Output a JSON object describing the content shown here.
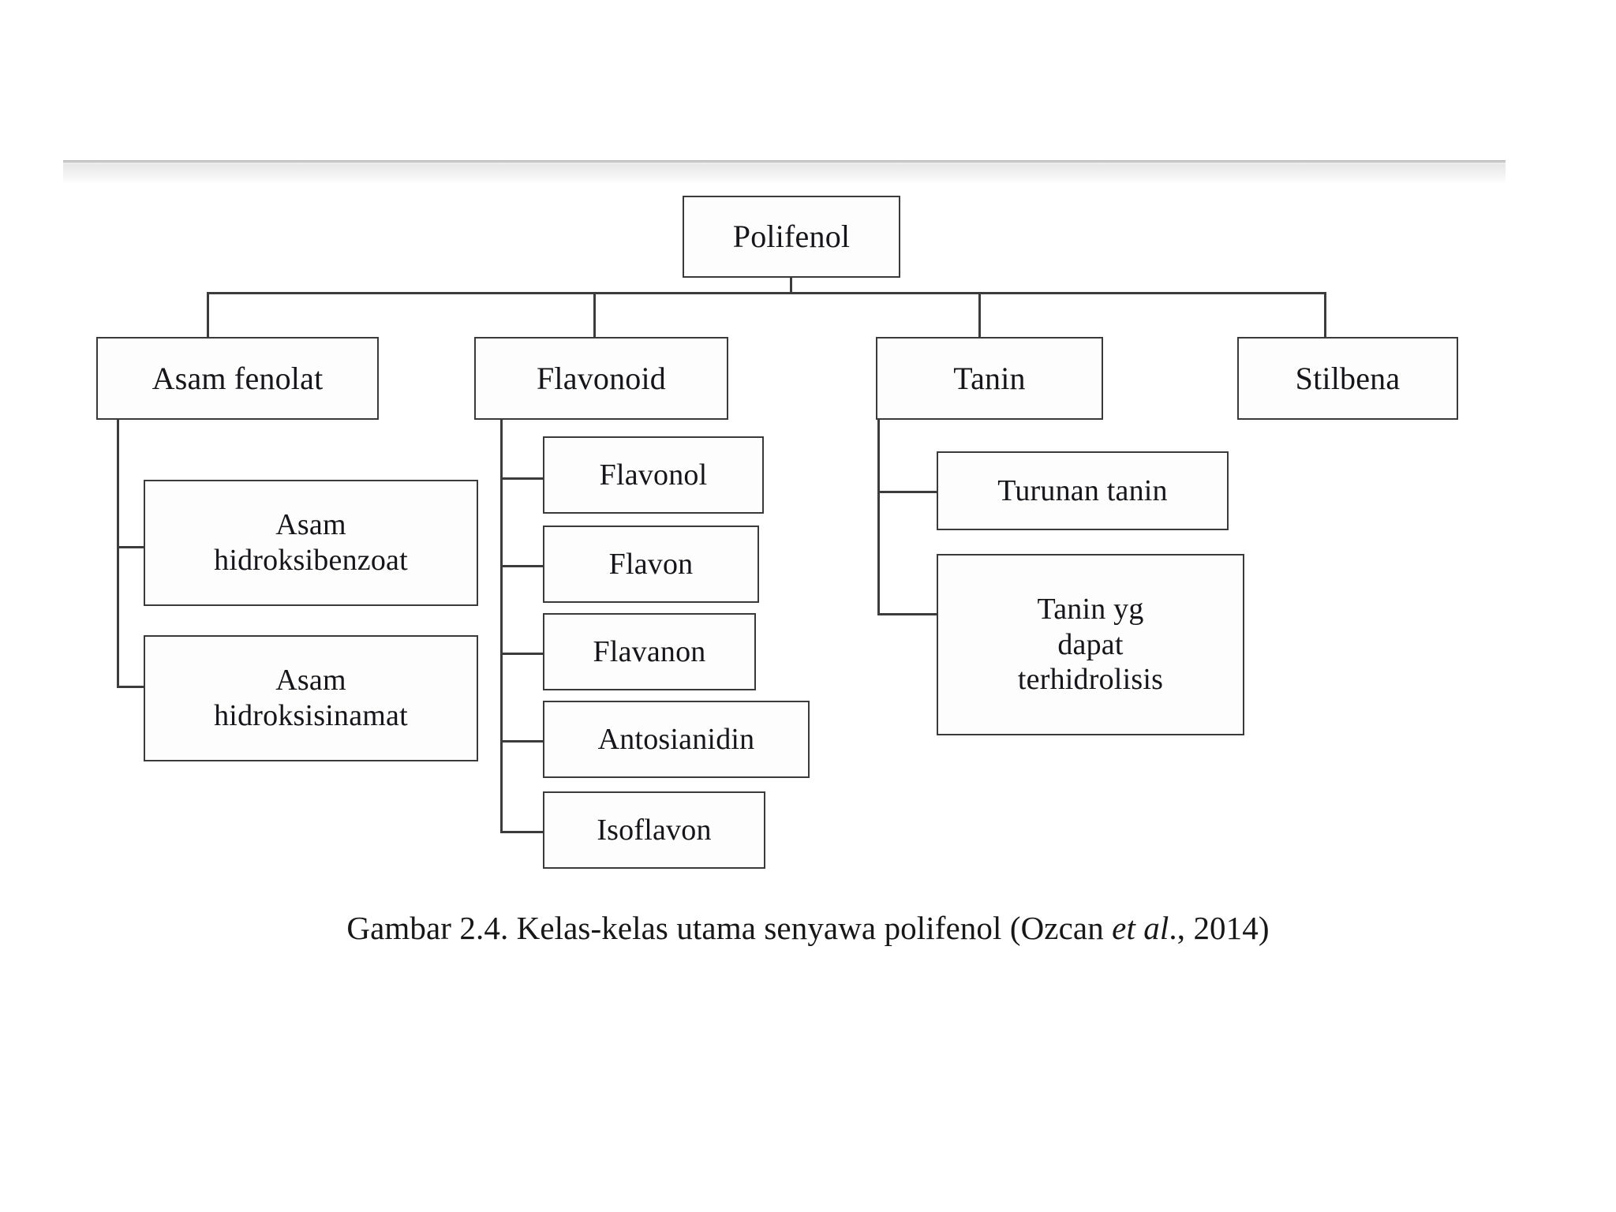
{
  "figure": {
    "caption_prefix": "Gambar 2.4. Kelas-kelas utama senyawa polifenol (Ozcan ",
    "caption_italic": "et al",
    "caption_suffix": "., 2014)",
    "colors": {
      "box_border": "#3a3a3a",
      "connector": "#3c3c3c",
      "text": "#16161a",
      "background": "#ffffff",
      "rule": "#b9b9b9"
    }
  },
  "chart_data": {
    "type": "diagram",
    "diagram_kind": "hierarchy-tree",
    "title": "Kelas-kelas utama senyawa polifenol",
    "root": "Polifenol",
    "nodes": [
      {
        "id": "polifenol",
        "label": "Polifenol",
        "level": 1,
        "parent": null
      },
      {
        "id": "asam-fenolat",
        "label": "Asam fenolat",
        "level": 2,
        "parent": "polifenol"
      },
      {
        "id": "flavonoid",
        "label": "Flavonoid",
        "level": 2,
        "parent": "polifenol"
      },
      {
        "id": "tanin",
        "label": "Tanin",
        "level": 2,
        "parent": "polifenol"
      },
      {
        "id": "stilbena",
        "label": "Stilbena",
        "level": 2,
        "parent": "polifenol"
      },
      {
        "id": "asam-hidroksibenzoat",
        "label": "Asam hidroksibenzoat",
        "level": 3,
        "parent": "asam-fenolat"
      },
      {
        "id": "asam-hidroksisinamat",
        "label": "Asam hidroksisinamat",
        "level": 3,
        "parent": "asam-fenolat"
      },
      {
        "id": "flavonol",
        "label": "Flavonol",
        "level": 3,
        "parent": "flavonoid"
      },
      {
        "id": "flavon",
        "label": "Flavon",
        "level": 3,
        "parent": "flavonoid"
      },
      {
        "id": "flavanon",
        "label": "Flavanon",
        "level": 3,
        "parent": "flavonoid"
      },
      {
        "id": "antosianidin",
        "label": "Antosianidin",
        "level": 3,
        "parent": "flavonoid"
      },
      {
        "id": "isoflavon",
        "label": "Isoflavon",
        "level": 3,
        "parent": "flavonoid"
      },
      {
        "id": "turunan-tanin",
        "label": "Turunan tanin",
        "level": 3,
        "parent": "tanin"
      },
      {
        "id": "tanin-terhidrolisis",
        "label": "Tanin yg dapat terhidrolisis",
        "level": 3,
        "parent": "tanin"
      }
    ]
  },
  "tree": {
    "root": {
      "label": "Polifenol"
    },
    "branches": [
      {
        "label": "Asam fenolat"
      },
      {
        "label": "Flavonoid"
      },
      {
        "label": "Tanin"
      },
      {
        "label": "Stilbena"
      }
    ],
    "asam_fenolat_children": [
      {
        "line1": "Asam",
        "line2": "hidroksibenzoat"
      },
      {
        "line1": "Asam",
        "line2": "hidroksisinamat"
      }
    ],
    "flavonoid_children": [
      {
        "label": "Flavonol"
      },
      {
        "label": "Flavon"
      },
      {
        "label": "Flavanon"
      },
      {
        "label": "Antosianidin"
      },
      {
        "label": "Isoflavon"
      }
    ],
    "tanin_children": [
      {
        "label": "Turunan tanin"
      },
      {
        "line1": "Tanin yg",
        "line2": "dapat",
        "line3": "terhidrolisis"
      }
    ]
  }
}
